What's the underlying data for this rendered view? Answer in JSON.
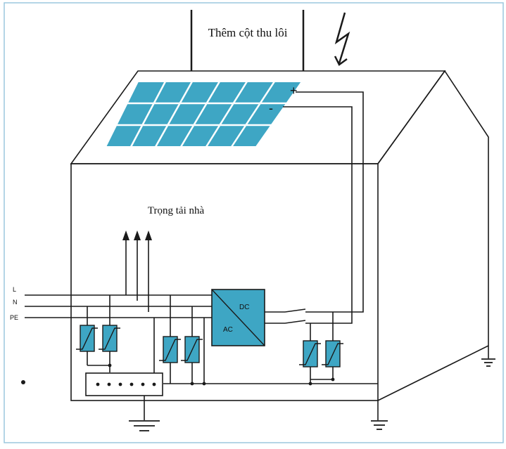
{
  "labels": {
    "lightning_rod": "Thêm cột thu lôi",
    "house_load": "Trọng tải nhà",
    "line_L": "L",
    "line_N": "N",
    "line_PE": "PE",
    "panel_plus": "+",
    "panel_minus": "-",
    "inverter_dc": "DC",
    "inverter_ac": "AC"
  },
  "colors": {
    "panel_fill": "#3ea6c4",
    "panel_grid": "#ffffff",
    "device_fill": "#3ea6c4",
    "line": "#1a1a1a",
    "frame_border": "#9cc7dd"
  }
}
